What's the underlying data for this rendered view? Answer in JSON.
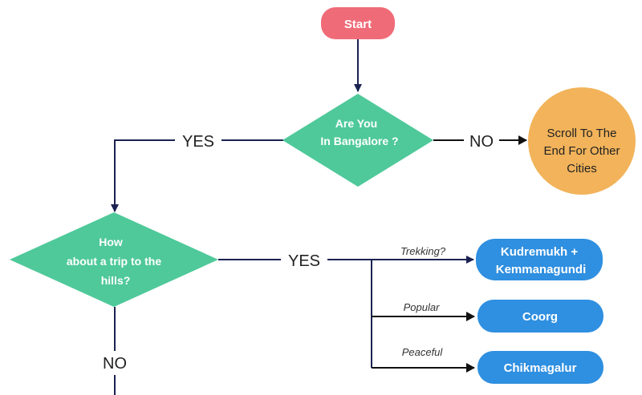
{
  "nodes": {
    "start": {
      "label": "Start",
      "color": "#f06b78"
    },
    "q1": {
      "lines": [
        "Are You",
        "In Bangalore  ?"
      ],
      "color": "#4fc99a"
    },
    "other": {
      "lines": [
        "Scroll To The",
        "End For Other",
        "Cities"
      ],
      "color": "#f2b35a"
    },
    "q2": {
      "lines": [
        "How",
        "about a trip  to the",
        "hills?"
      ],
      "color": "#4fc99a"
    },
    "kudremukh": {
      "lines": [
        "Kudremukh +",
        "Kemmanagundi"
      ],
      "color": "#2f8fe0"
    },
    "coorg": {
      "label": "Coorg",
      "color": "#2f8fe0"
    },
    "chikmagalur": {
      "label": "Chikmagalur",
      "color": "#2f8fe0"
    }
  },
  "edges": {
    "q1_yes": "YES",
    "q1_no": "NO",
    "q2_yes": "YES",
    "q2_no": "NO",
    "trekking": "Trekking?",
    "popular": "Popular",
    "peaceful": "Peaceful"
  },
  "colors": {
    "line": "#1b2252",
    "text": "#ffffff",
    "edge_text": "#222222"
  }
}
